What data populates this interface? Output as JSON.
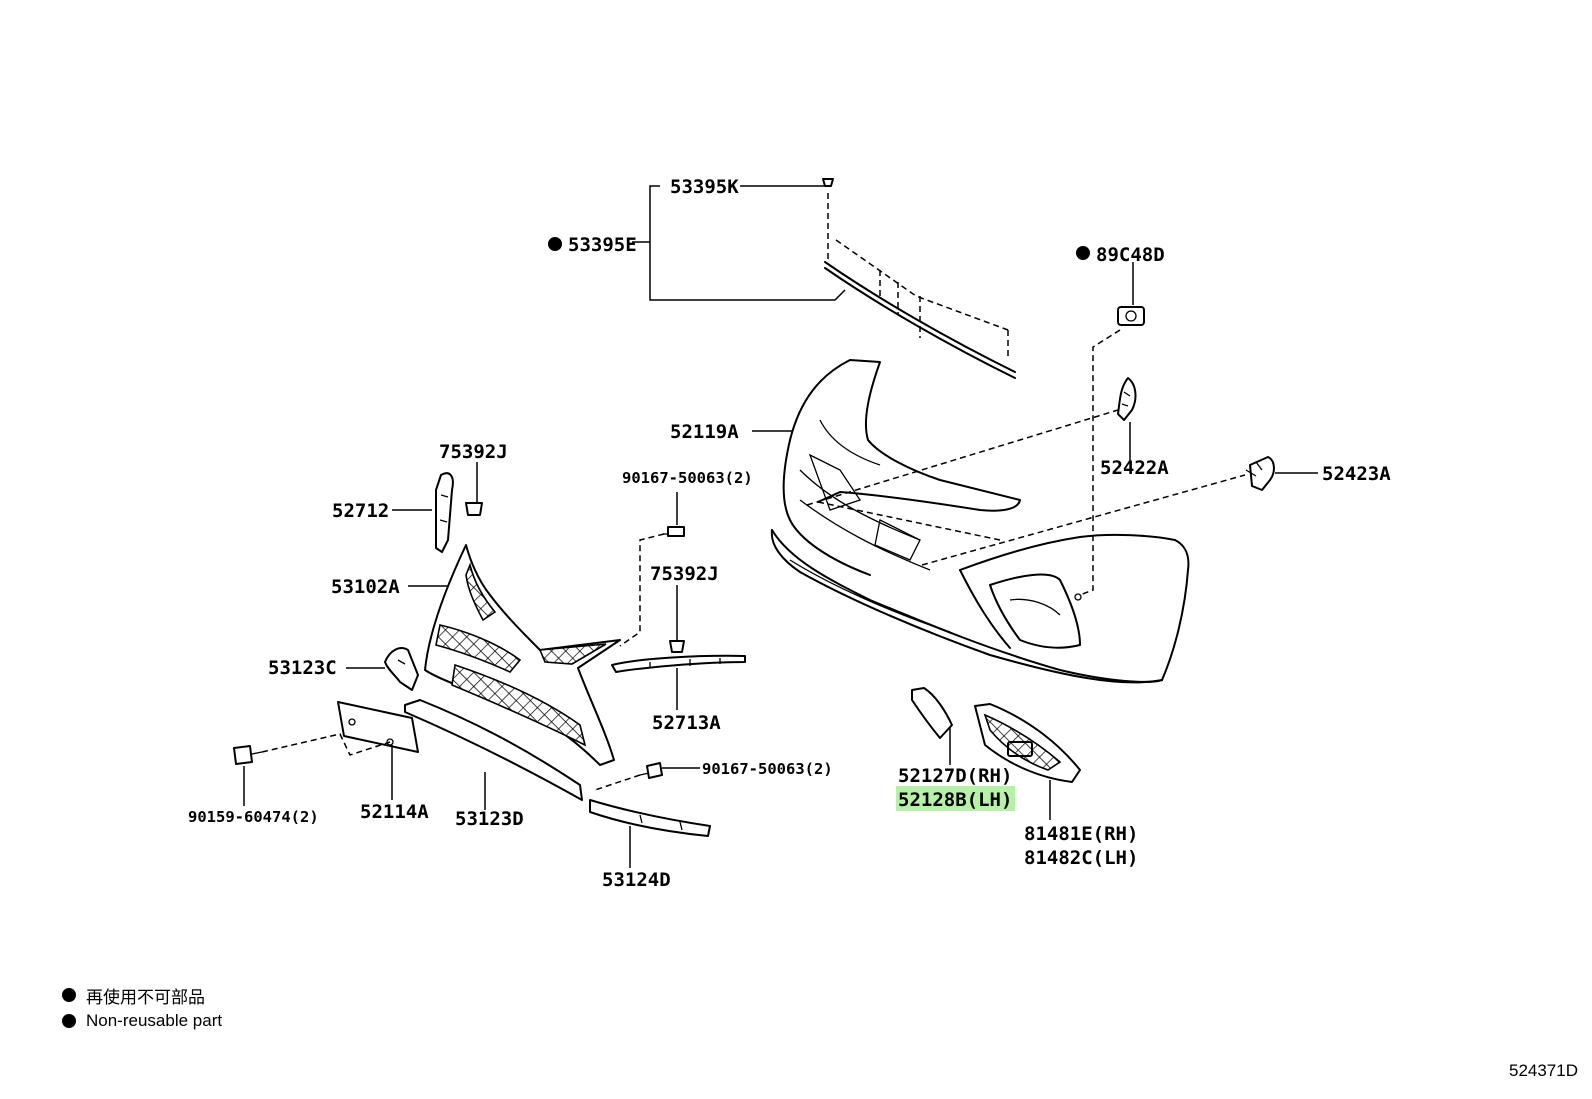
{
  "labels": {
    "p53395K": "53395K",
    "p53395E": "53395E",
    "p89C48D": "89C48D",
    "p52119A": "52119A",
    "p52422A": "52422A",
    "p52423A": "52423A",
    "p75392J_top": "75392J",
    "p52712": "52712",
    "p53102A": "53102A",
    "p90167_top": "90167-50063(2)",
    "p75392J_mid": "75392J",
    "p53123C": "53123C",
    "p52713A": "52713A",
    "p90167_bottom": "90167-50063(2)",
    "p52127D": "52127D(RH)",
    "p52128B": "52128B(LH)",
    "p90159": "90159-60474(2)",
    "p52114A": "52114A",
    "p53123D": "53123D",
    "p81481E": "81481E(RH)",
    "p81482C": "81482C(LH)",
    "p53124D": "53124D"
  },
  "highlight": {
    "part": "52128B(LH)",
    "color": "#b7f0a8"
  },
  "legend": {
    "items": [
      {
        "symbol": "filled-circle",
        "text": "再使用不可部品"
      },
      {
        "symbol": "filled-circle",
        "text": "Non-reusable part"
      }
    ]
  },
  "diagram_id": "524371D"
}
